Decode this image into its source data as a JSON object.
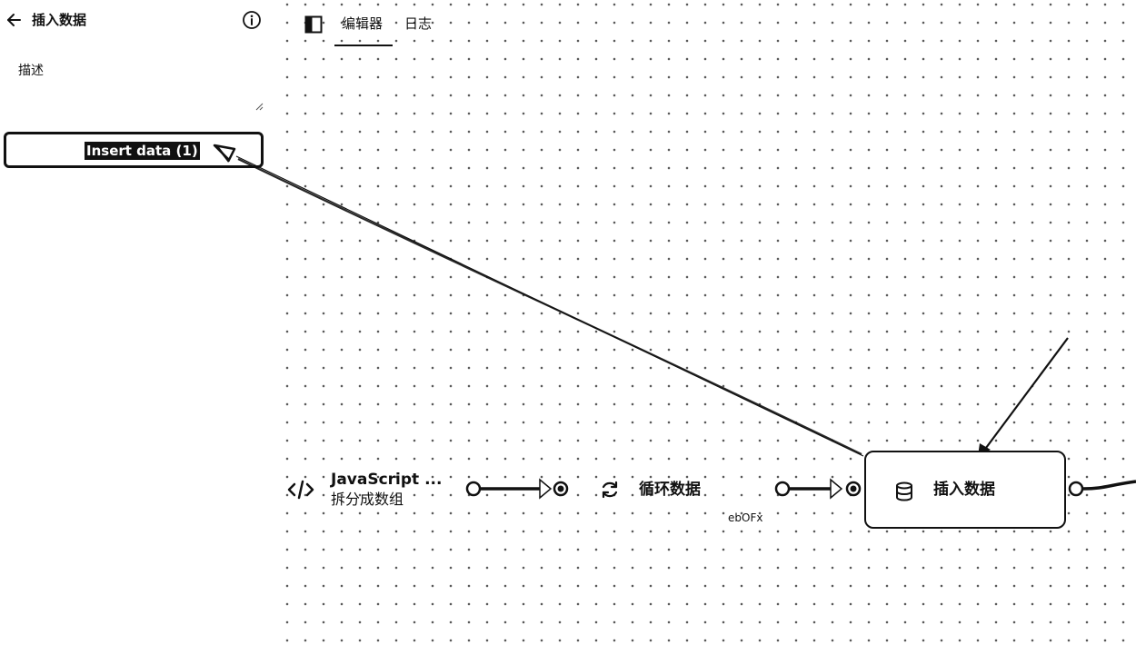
{
  "panel": {
    "title": "插入数据",
    "description_label": "描述",
    "description_value": "",
    "insert_button_label": "Insert data (1)"
  },
  "tabs": [
    {
      "label": "编辑器",
      "active": true
    },
    {
      "label": "日志",
      "active": false
    }
  ],
  "nodes": {
    "javascript": {
      "title": "JavaScript ...",
      "subtitle": "拆分成数组",
      "icon": "code-icon"
    },
    "loop": {
      "title": "循环数据",
      "icon": "refresh-icon"
    },
    "insert": {
      "title": "插入数据",
      "icon": "database-icon"
    }
  },
  "edge_label": "ebOFx",
  "icons": {
    "back": "arrow-left-icon",
    "info": "info-icon",
    "sidebar": "sidebar-toggle-icon"
  },
  "colors": {
    "background": "#ffffff",
    "ink": "#111111",
    "grid_dot": "#5a5a5a"
  }
}
